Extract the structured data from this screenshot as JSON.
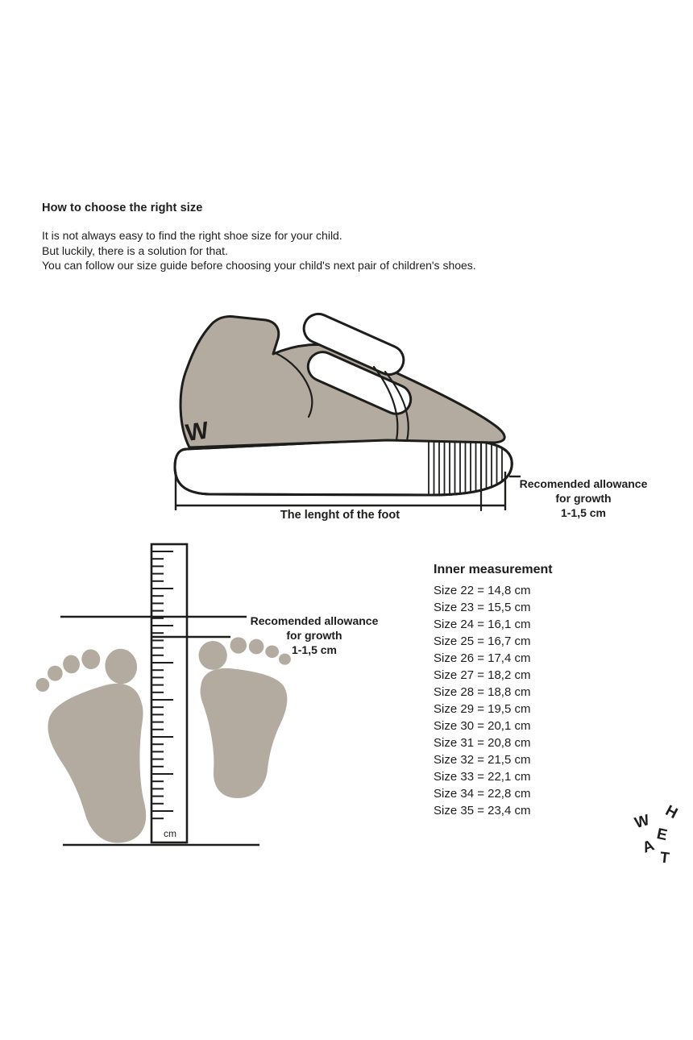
{
  "colors": {
    "background": "#ffffff",
    "ink": "#1d1d1b",
    "shoe_fill": "#b4aba0",
    "sole_fill": "#ffffff"
  },
  "intro": {
    "heading": "How to choose the right size",
    "lines": [
      "It is not always easy to find the right shoe size for your child.",
      "But luckily, there is a solution for that.",
      "You can follow our size guide before choosing your child's next pair of children's shoes."
    ]
  },
  "shoe_diagram": {
    "foot_length_label": "The lenght of the foot",
    "logo_letter": "W",
    "allowance": {
      "line1": "Recomended allowance",
      "line2": "for growth",
      "line3": "1-1,5 cm"
    }
  },
  "ruler_diagram": {
    "unit": "cm",
    "allowance": {
      "line1": "Recomended allowance",
      "line2": "for growth",
      "line3": "1-1,5 cm"
    }
  },
  "size_table": {
    "heading": "Inner measurement",
    "rows": [
      "Size 22 = 14,8 cm",
      "Size 23 = 15,5 cm",
      "Size 24 = 16,1 cm",
      "Size 25 = 16,7 cm",
      "Size 26 = 17,4 cm",
      "Size 27 = 18,2 cm",
      "Size 28 = 18,8 cm",
      "Size 29 = 19,5 cm",
      "Size 30 = 20,1 cm",
      "Size 31 = 20,8 cm",
      "Size 32 = 21,5 cm",
      "Size 33 = 22,1 cm",
      "Size 34 = 22,8 cm",
      "Size 35 = 23,4 cm"
    ]
  },
  "brand_logo": {
    "letters": [
      "W",
      "H",
      "E",
      "A",
      "T"
    ]
  }
}
